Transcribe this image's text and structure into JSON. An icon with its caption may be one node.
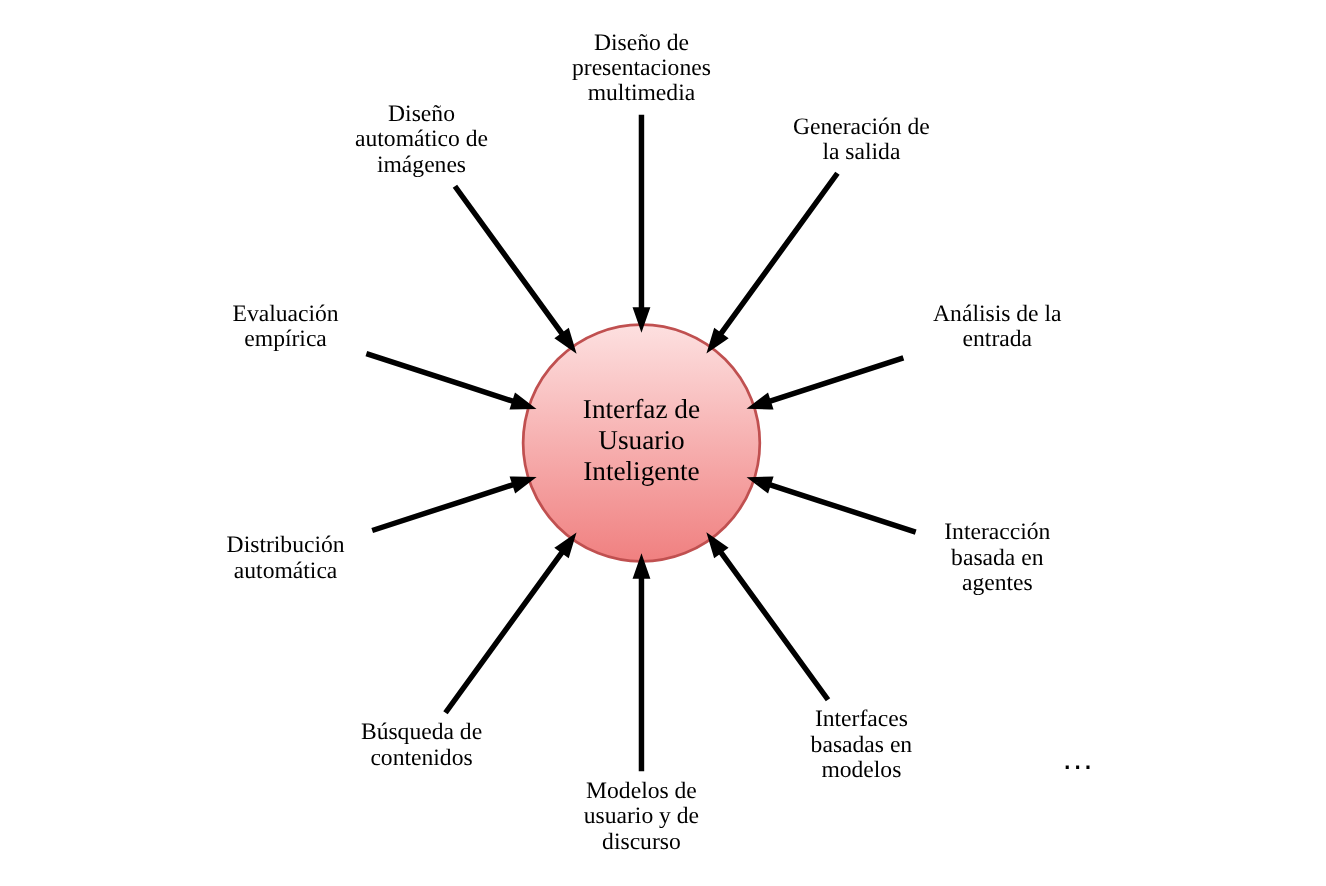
{
  "diagram": {
    "nodes": [
      {
        "text": [
          "Interfaz de Usuario Inteligente"
        ]
      },
      {
        "text": [
          "Análisis de la entrada"
        ]
      },
      {
        "text": [
          "Generación de la salida"
        ]
      },
      {
        "text": [
          "Diseño de presentaciones multimedia"
        ]
      },
      {
        "text": [
          "Diseño automático de imágenes"
        ]
      },
      {
        "text": [
          "Evaluación empírica"
        ]
      },
      {
        "text": [
          "Distribución automática"
        ]
      },
      {
        "text": [
          "Búsqueda de contenidos"
        ]
      },
      {
        "text": [
          "Modelos de usuario y de discurso"
        ]
      },
      {
        "text": [
          "Interfaces basadas en modelos"
        ]
      },
      {
        "text": [
          "Interacción basada en agentes"
        ]
      }
    ],
    "edges": [
      {
        "from": 1,
        "to": 0,
        "arrow": "to"
      },
      {
        "from": 2,
        "to": 0,
        "arrow": "to"
      },
      {
        "from": 3,
        "to": 0,
        "arrow": "to"
      },
      {
        "from": 4,
        "to": 0,
        "arrow": "to"
      },
      {
        "from": 5,
        "to": 0,
        "arrow": "to"
      },
      {
        "from": 6,
        "to": 0,
        "arrow": "to"
      },
      {
        "from": 7,
        "to": 0,
        "arrow": "to"
      },
      {
        "from": 8,
        "to": 0,
        "arrow": "to"
      },
      {
        "from": 9,
        "to": 0,
        "arrow": "to"
      },
      {
        "from": 10,
        "to": 0,
        "arrow": "to"
      }
    ],
    "labels": [
      "…"
    ]
  }
}
